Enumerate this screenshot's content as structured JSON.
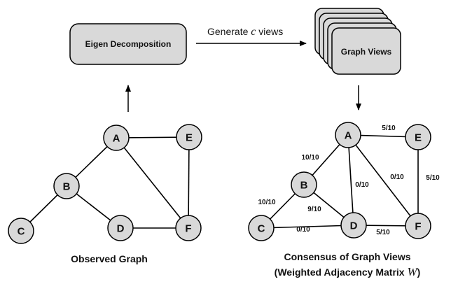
{
  "diagram": {
    "eigen_box_label": "Eigen Decomposition",
    "generate_label_prefix": "Generate",
    "generate_label_var": "c",
    "generate_label_suffix": "views",
    "graph_views_label": "Graph Views",
    "observed_caption": "Observed Graph",
    "consensus_caption_line1": "Consensus of Graph Views",
    "consensus_caption_line2_prefix": "(Weighted Adjacency Matrix",
    "consensus_caption_line2_var": "W",
    "consensus_caption_line2_suffix": ")",
    "node_fill": "#d9d9d9",
    "box_fill": "#d9d9d9",
    "stroke_color": "#000000"
  },
  "observed_graph": {
    "nodes": [
      "A",
      "B",
      "C",
      "D",
      "E",
      "F"
    ],
    "edges": [
      [
        "A",
        "E"
      ],
      [
        "A",
        "B"
      ],
      [
        "A",
        "F"
      ],
      [
        "B",
        "C"
      ],
      [
        "B",
        "D"
      ],
      [
        "D",
        "F"
      ],
      [
        "E",
        "F"
      ]
    ]
  },
  "consensus_graph": {
    "nodes": [
      "A",
      "B",
      "C",
      "D",
      "E",
      "F"
    ],
    "edges": [
      {
        "from": "A",
        "to": "E",
        "weight": "5/10"
      },
      {
        "from": "A",
        "to": "B",
        "weight": "10/10"
      },
      {
        "from": "A",
        "to": "D",
        "weight": "0/10"
      },
      {
        "from": "A",
        "to": "F",
        "weight": "0/10"
      },
      {
        "from": "E",
        "to": "F",
        "weight": "5/10"
      },
      {
        "from": "B",
        "to": "C",
        "weight": "10/10"
      },
      {
        "from": "B",
        "to": "D",
        "weight": "9/10"
      },
      {
        "from": "C",
        "to": "D",
        "weight": "0/10"
      },
      {
        "from": "D",
        "to": "F",
        "weight": "5/10"
      }
    ]
  }
}
